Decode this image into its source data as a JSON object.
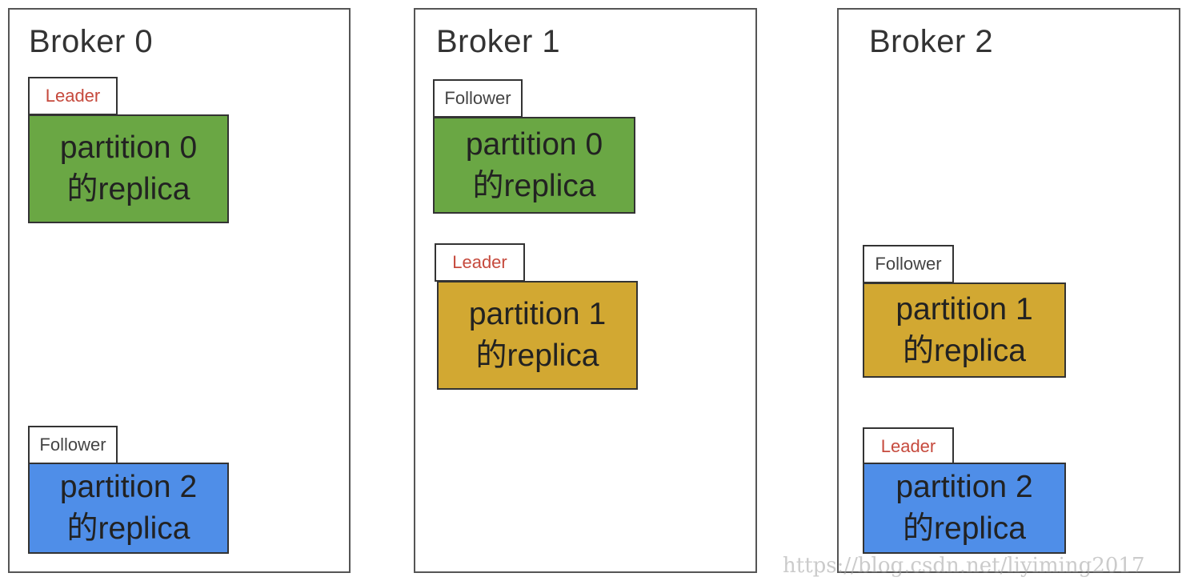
{
  "colors": {
    "partition0": "#6aa744",
    "partition1": "#d2a832",
    "partition2": "#4f8ee8",
    "leader_text": "#c64a3d",
    "follower_text": "#444444"
  },
  "brokers": [
    {
      "title": "Broker 0",
      "replicas": [
        {
          "role": "Leader",
          "line1": "partition 0",
          "line2": "的replica"
        },
        {
          "role": "Follower",
          "line1": "partition 2",
          "line2": "的replica"
        }
      ]
    },
    {
      "title": "Broker 1",
      "replicas": [
        {
          "role": "Follower",
          "line1": "partition 0",
          "line2": "的replica"
        },
        {
          "role": "Leader",
          "line1": "partition 1",
          "line2": "的replica"
        }
      ]
    },
    {
      "title": "Broker 2",
      "replicas": [
        {
          "role": "Follower",
          "line1": "partition 1",
          "line2": "的replica"
        },
        {
          "role": "Leader",
          "line1": "partition 2",
          "line2": "的replica"
        }
      ]
    }
  ],
  "watermark": "https://blog.csdn.net/liyiming2017"
}
